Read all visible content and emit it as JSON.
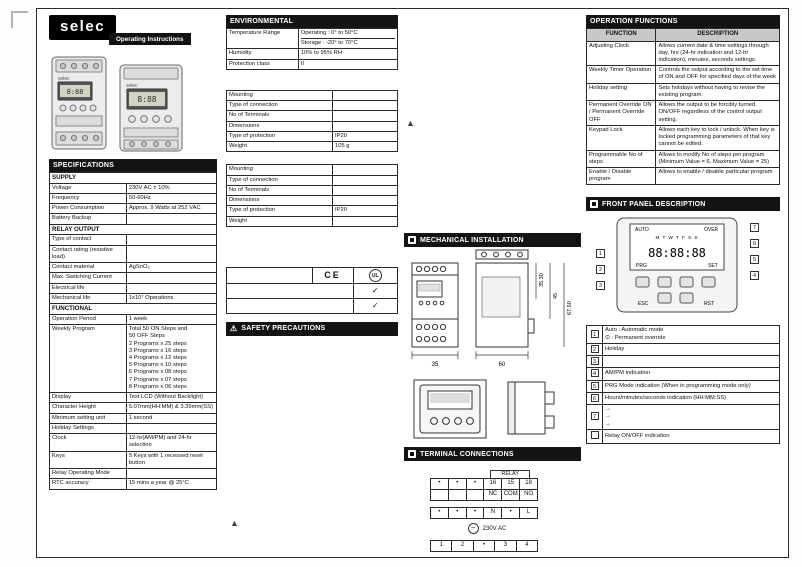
{
  "page": {
    "brand": "selec",
    "doc_title": "Operating Instructions"
  },
  "icons": {
    "warning": "⚠",
    "marker": "▲"
  },
  "devices": {
    "display": "8:88"
  },
  "headers": {
    "specifications": "SPECIFICATIONS",
    "environmental": "ENVIRONMENTAL",
    "safety": "SAFETY PRECAUTIONS",
    "mechanical": "MECHANICAL INSTALLATION",
    "terminal": "TERMINAL CONNECTIONS",
    "operation": "OPERATION FUNCTIONS",
    "front_panel": "FRONT PANEL DESCRIPTION"
  },
  "specifications": {
    "rows": [
      {
        "sec": "SUPPLY"
      },
      {
        "l": "Voltage",
        "v": "230V AC ± 10%"
      },
      {
        "l": "Frequency",
        "v": "50-60Hz"
      },
      {
        "l": "Power Consumption",
        "v": "Approx. 9 Watts at 252 VAC"
      },
      {
        "l": "Battery Backup",
        "v": ""
      },
      {
        "sec": "RELAY OUTPUT"
      },
      {
        "l": "Type of contact",
        "v": ""
      },
      {
        "l": "Contact rating (resistive load)",
        "v": ""
      },
      {
        "l": "Contact material",
        "v": "AgSnO₂"
      },
      {
        "l": "Max. Switching Current",
        "v": ""
      },
      {
        "l": "Electrical life",
        "v": ""
      },
      {
        "l": "Mechanical life",
        "v": "1x10⁷ Operations"
      },
      {
        "sec": "FUNCTIONAL"
      },
      {
        "l": "Operation Period",
        "v": "1 week"
      },
      {
        "l": "Weekly Program",
        "v": [
          "Total 50 ON Steps and",
          "50 OFF Steps",
          "2 Programs x 25 steps",
          "3 Programs x 16 steps",
          "4 Programs x 12 steps",
          "5 Programs x 10 steps",
          "6 Programs x 08 steps",
          "7 Programs x 07 steps",
          "8 Programs x 06 steps"
        ]
      },
      {
        "l": "Display",
        "v": "Text LCD (Without Backlight)"
      },
      {
        "l": "Character Height",
        "v": "5.07mm(HH:MM) & 3.39mm(SS)"
      },
      {
        "l": "Minimum setting unit",
        "v": "1 second"
      },
      {
        "l": "Holiday Settings",
        "v": ""
      },
      {
        "l": "Clock",
        "v": "12-hr(AM/PM) and 24-hr selection"
      },
      {
        "l": "Keys",
        "v": "5 Keys with 1 recessed reset button"
      },
      {
        "l": "Relay Operating Mode",
        "v": ""
      },
      {
        "l": "RTC accuracy",
        "v": "15 mins a year @ 25°C"
      }
    ]
  },
  "environmental": {
    "rows": [
      {
        "l": "Temperature Range",
        "v": [
          "Operating : 0° to 50°C",
          "Storage : -20° to 70°C"
        ]
      },
      {
        "l": "Humidity",
        "v": "10% to 95% RH"
      },
      {
        "l": "Protection class",
        "v": "II"
      }
    ]
  },
  "mounting_a": {
    "rows": [
      {
        "l": "Mounting",
        "v": ""
      },
      {
        "l": "Type of connection",
        "v": ""
      },
      {
        "l": "No of Terminals",
        "v": ""
      },
      {
        "l": "Dimensions",
        "v": ""
      },
      {
        "l": "Type of protection",
        "v": "IP20"
      },
      {
        "l": "Weight",
        "v": "105 g"
      }
    ]
  },
  "mounting_b": {
    "rows": [
      {
        "l": "Mounting",
        "v": ""
      },
      {
        "l": "Type of connection",
        "v": ""
      },
      {
        "l": "No of Terminals",
        "v": ""
      },
      {
        "l": "Dimensions",
        "v": ""
      },
      {
        "l": "Type of protection",
        "v": "IP20"
      },
      {
        "l": "Weight",
        "v": ""
      }
    ]
  },
  "certification": {
    "ce": "CE",
    "ul": "UL",
    "checks": [
      "✓",
      "✓"
    ]
  },
  "mechanical": {
    "dims": {
      "width": "35",
      "depth": "60",
      "h_top": "35.30",
      "h_mid": "45",
      "h_total": "67.50"
    }
  },
  "terminal": {
    "relay_label": "RELAY",
    "row1": [
      "•",
      "•",
      "•",
      "16",
      "15",
      "18"
    ],
    "row1b": [
      "",
      "",
      "",
      "NC",
      "COM",
      "NO"
    ],
    "row2": [
      "•",
      "•",
      "•",
      "N",
      "•",
      "L"
    ],
    "supply": "230V AC",
    "row3": [
      "1",
      "2",
      "•",
      "3",
      "4"
    ]
  },
  "operation_functions": {
    "col_function": "FUNCTION",
    "col_description": "DESCRIPTION",
    "rows": [
      {
        "l": "Adjusting Clock",
        "v": "Allows current date & time settings through day, hrs (24-hr indication and 12-hr indication), minutes, seconds settings."
      },
      {
        "l": "Weekly Timer Operation",
        "v": "Controls the output according to the set time of ON and OFF for specified days of the week"
      },
      {
        "l": "Holiday setting",
        "v": "Sets holidays without having to revise the existing program."
      },
      {
        "l": "Permanent Override ON / Permanent Override OFF",
        "v": "Allows the output to be forcibly turned ON/OFF regardless of the control output setting."
      },
      {
        "l": "Keypad Lock",
        "v": "Allows each key to lock / unlock. When key is locked programming parameters of that key cannot be edited."
      },
      {
        "l": "Programmable No of steps",
        "v": "Allows to modify No of steps per program (Minimum Value = 6, Maximum Value = 25)"
      },
      {
        "l": "Enable / Disable program",
        "v": "Allows to enable / disable particular program"
      }
    ]
  },
  "front_panel": {
    "panel": {
      "auto": "AUTO",
      "over": "OVER",
      "days": "M T W T F S S",
      "time": "88:88:88",
      "prg": "PRG",
      "set": "SET",
      "esc": "ESC",
      "rst": "RST"
    },
    "callouts_left": [
      "1",
      "2",
      "3"
    ],
    "callouts_right": [
      "7",
      "6",
      "5",
      "4"
    ],
    "legend": [
      {
        "n": "1",
        "v": [
          "Auto : Automatic mode",
          "⊙ : Permanent override"
        ]
      },
      {
        "n": "2",
        "v": "Holiday"
      },
      {
        "n": "3",
        "v": ""
      },
      {
        "n": "4",
        "v": "AM/PM indication"
      },
      {
        "n": "5",
        "v": "PRG Mode indication (When in programming mode only)"
      },
      {
        "n": "6",
        "v": "Hours/minutes/seconds indication (HH:MM:SS)"
      },
      {
        "n": "7",
        "v": [
          "→",
          "→",
          "→"
        ]
      },
      {
        "n": "",
        "v": "Relay ON/OFF indication"
      }
    ]
  }
}
